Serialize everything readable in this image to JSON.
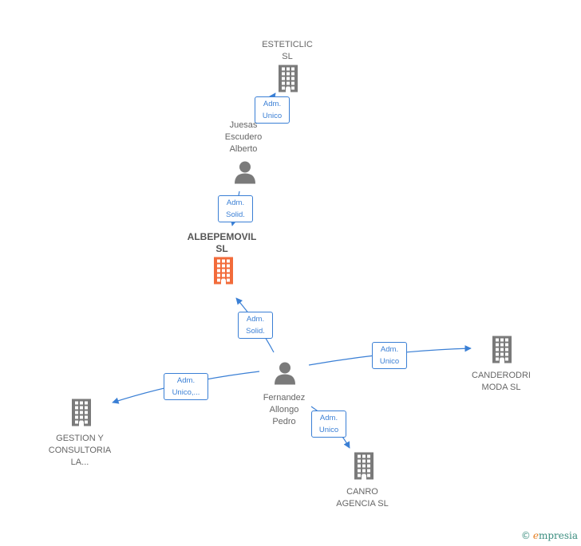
{
  "colors": {
    "node_company": "#7a7a7a",
    "node_focus": "#f26b3a",
    "node_person": "#7a7a7a",
    "edge": "#3a7fd5"
  },
  "nodes": [
    {
      "id": "esteticlic",
      "type": "company",
      "label": "ESTETICLIC\nSL",
      "icon": "building-icon"
    },
    {
      "id": "juesas",
      "type": "person",
      "label": "Juesas\nEscudero\nAlberto",
      "icon": "person-icon"
    },
    {
      "id": "albepemovil",
      "type": "company-focus",
      "label": "ALBEPEMOVIL\nSL",
      "icon": "building-icon"
    },
    {
      "id": "fernandez",
      "type": "person",
      "label": "Fernandez\nAllongo\nPedro",
      "icon": "person-icon"
    },
    {
      "id": "canderodri",
      "type": "company",
      "label": "CANDERODRI\nMODA  SL",
      "icon": "building-icon"
    },
    {
      "id": "gestion",
      "type": "company",
      "label": "GESTION Y\nCONSULTORIA\nLA...",
      "icon": "building-icon"
    },
    {
      "id": "canro",
      "type": "company",
      "label": "CANRO\nAGENCIA  SL",
      "icon": "building-icon"
    }
  ],
  "edges": [
    {
      "from": "juesas",
      "to": "esteticlic",
      "label": "Adm.\nUnico"
    },
    {
      "from": "juesas",
      "to": "albepemovil",
      "label": "Adm.\nSolid."
    },
    {
      "from": "fernandez",
      "to": "albepemovil",
      "label": "Adm.\nSolid."
    },
    {
      "from": "fernandez",
      "to": "canderodri",
      "label": "Adm.\nUnico"
    },
    {
      "from": "fernandez",
      "to": "gestion",
      "label": "Adm.\nUnico,..."
    },
    {
      "from": "fernandez",
      "to": "canro",
      "label": "Adm.\nUnico"
    }
  ],
  "credit": {
    "symbol": "©",
    "initial": "e",
    "rest": "mpresia"
  }
}
